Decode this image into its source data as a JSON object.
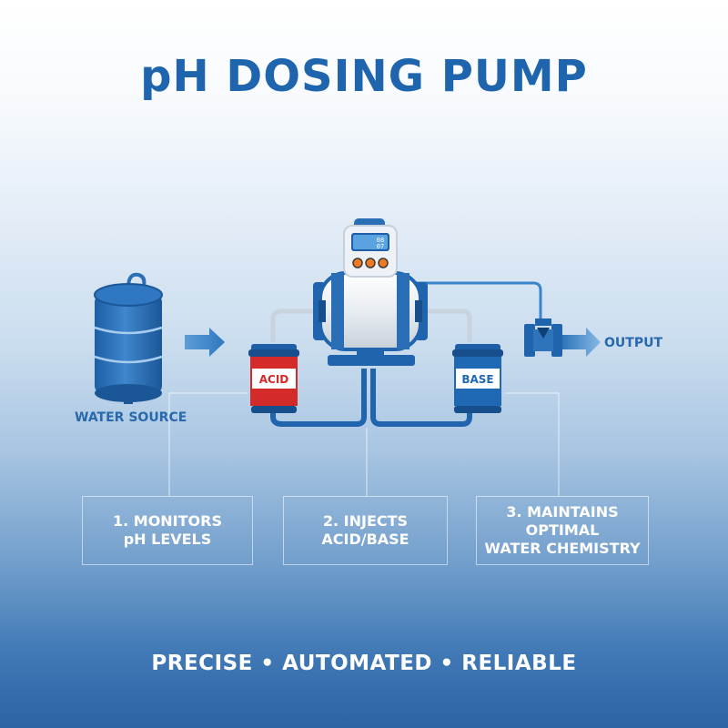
{
  "title": "pH DOSING PUMP",
  "labels": {
    "source": "WATER SOURCE",
    "output": "OUTPUT",
    "acid_tank": "ACID",
    "base_tank": "BASE"
  },
  "display": {
    "line1": "08",
    "line2": "07"
  },
  "steps": [
    {
      "text": "1. MONITORS\npH LEVELS"
    },
    {
      "text": "2. INJECTS\nACID/BASE"
    },
    {
      "text": "3. MAINTAINS\nOPTIMAL\nWATER CHEMISTRY"
    }
  ],
  "tagline": "PRECISE • AUTOMATED • RELIABLE",
  "colors": {
    "title": "#1e65ad",
    "primary_blue": "#2a6fb5",
    "acid_red": "#d42a2a",
    "base_blue": "#1f68b3",
    "button_orange": "#f07a22"
  }
}
